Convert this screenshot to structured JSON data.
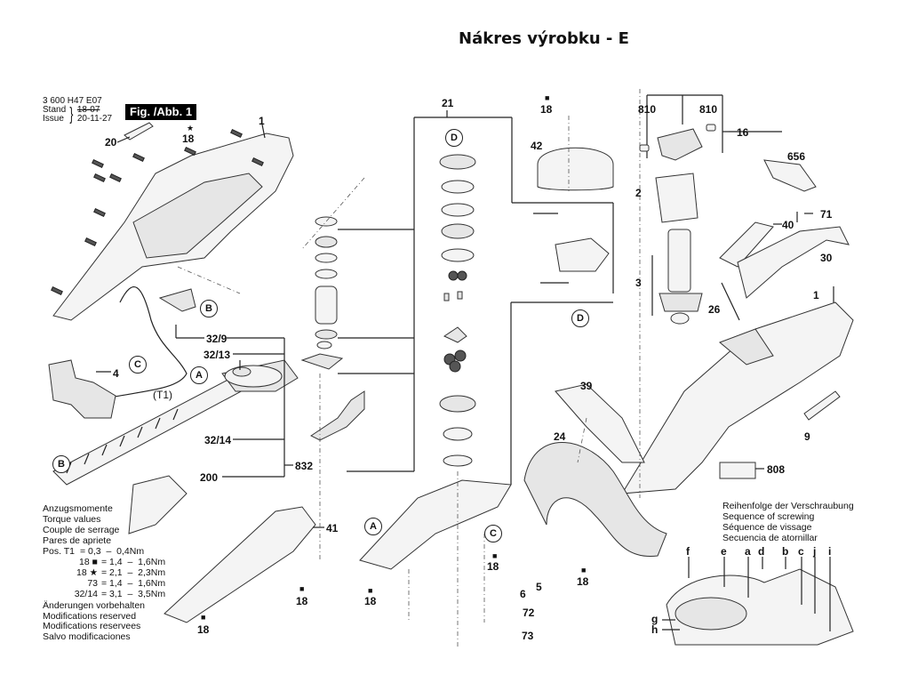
{
  "title": "Nákres výrobku - E",
  "header": {
    "part_number": "3 600 H47 E07",
    "stand_label": "Stand",
    "issue_label": "Issue",
    "stand_old": "18-07",
    "issue_date": "20-11-27",
    "figure_label": "Fig. /Abb. 1"
  },
  "callouts": {
    "c1_top": "1",
    "c20": "20",
    "c18_star": "18",
    "c4": "4",
    "c_t1": "(T1)",
    "c32_9": "32/9",
    "c32_13": "32/13",
    "c32_14": "32/14",
    "c200": "200",
    "c832": "832",
    "c41": "41",
    "c18_left_a": "18",
    "c18_left_b": "18",
    "c21": "21",
    "c18_mid_a": "18",
    "c18_mid_b": "18",
    "c18_top": "18",
    "c42": "42",
    "c810_a": "810",
    "c810_b": "810",
    "c16": "16",
    "c2": "2",
    "c3": "3",
    "c656": "656",
    "c71": "71",
    "c40": "40",
    "c30": "30",
    "c26": "26",
    "c1_right": "1",
    "c9": "9",
    "c808": "808",
    "c39": "39",
    "c24": "24",
    "c5": "5",
    "c6": "6",
    "c72": "72",
    "c73": "73",
    "c18_right": "18"
  },
  "reference_markers": {
    "A": "A",
    "B": "B",
    "C": "C",
    "D": "D"
  },
  "symbols": {
    "star": "★",
    "square": "■"
  },
  "torque": {
    "heading": [
      "Anzugsmomente",
      "Torque values",
      "Couple de serrage",
      "Pares de apriete"
    ],
    "rows": [
      {
        "pos": "Pos. T1",
        "key": "",
        "range": "= 0,3  –  0,4Nm"
      },
      {
        "pos": "",
        "key": "18 ■",
        "range": "= 1,4  –  1,6Nm"
      },
      {
        "pos": "",
        "key": "18 ★",
        "range": "= 2,1  –  2,3Nm"
      },
      {
        "pos": "",
        "key": "73",
        "range": "= 1,4  –  1,6Nm"
      },
      {
        "pos": "",
        "key": "32/14",
        "range": "= 3,1  –  3,5Nm"
      }
    ]
  },
  "modifications": [
    "Änderungen vorbehalten",
    "Modifications reserved",
    "Modifications reservees",
    "Salvo modificaciones"
  ],
  "screwing_sequence": {
    "heading": [
      "Reihenfolge der Verschraubung",
      "Sequence of screwing",
      "Séquence de vissage",
      "Secuencia de atornillar"
    ],
    "top_letters": [
      "f",
      "e",
      "a",
      "d",
      "b",
      "c",
      "j",
      "i"
    ],
    "side_letters": [
      "g",
      "h"
    ]
  }
}
